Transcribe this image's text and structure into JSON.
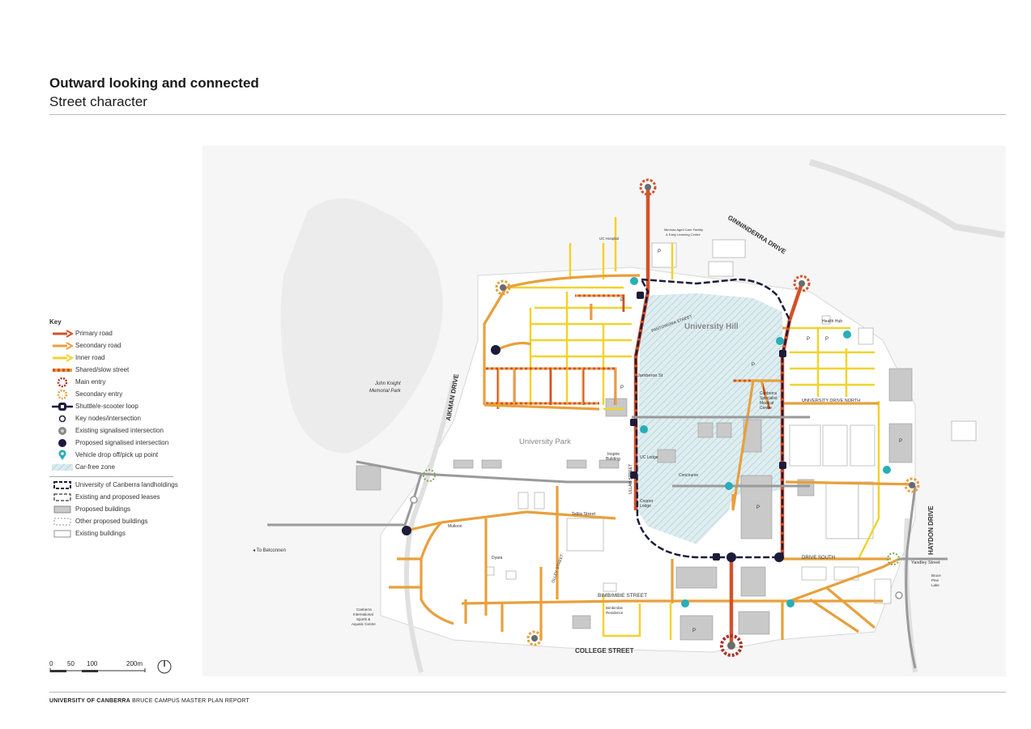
{
  "header": {
    "title": "Outward looking and connected",
    "subtitle": "Street character"
  },
  "footer": {
    "org": "UNIVERSITY OF CANBERRA",
    "report": " BRUCE CAMPUS MASTER PLAN REPORT"
  },
  "colors": {
    "primary_road": "#d2522a",
    "secondary_road": "#e8a03c",
    "inner_road": "#f2d22e",
    "shuttle_loop": "#1c1b3b",
    "car_free": "#7fc7cf",
    "dropoff": "#27aeb8"
  },
  "key": {
    "heading": "Key",
    "items": [
      {
        "id": "primary",
        "label": "Primary road"
      },
      {
        "id": "secondary",
        "label": "Secondary road"
      },
      {
        "id": "inner",
        "label": "Inner road"
      },
      {
        "id": "shared",
        "label": "Shared/slow street"
      },
      {
        "id": "main-entry",
        "label": "Main entry"
      },
      {
        "id": "secondary-entry",
        "label": "Secondary entry"
      },
      {
        "id": "shuttle",
        "label": "Shuttle/e-scooter loop"
      },
      {
        "id": "key-node",
        "label": "Key nodes/intersection"
      },
      {
        "id": "existing-signal",
        "label": "Existing signalised intersection"
      },
      {
        "id": "proposed-signal",
        "label": "Proposed signalised intersection"
      },
      {
        "id": "dropoff",
        "label": "Vehicle drop off/pick up point"
      },
      {
        "id": "car-free",
        "label": "Car-free zone"
      }
    ],
    "items2": [
      {
        "id": "uc-land",
        "label": "University of Canberra landholdings"
      },
      {
        "id": "leases",
        "label": "Existing and proposed leases"
      },
      {
        "id": "proposed-buildings",
        "label": "Proposed buildings"
      },
      {
        "id": "other-proposed",
        "label": "Other proposed buildings"
      },
      {
        "id": "existing-buildings",
        "label": "Existing buildings"
      }
    ]
  },
  "scale": {
    "ticks": [
      "0",
      "50",
      "100",
      "200m"
    ]
  },
  "map_labels": {
    "ginninderra": "GINNINDERRA DRIVE",
    "aikman": "AIKMAN DRIVE",
    "haydon": "HAYDON DRIVE",
    "college": "COLLEGE STREET",
    "bimbimbie": "BIMBIMBIE STREET",
    "university_hill": "University Hill",
    "university_park": "University Park",
    "john_knight": "John Knight",
    "memorial_park": "Memorial Park",
    "to_belconnen": "◂ To Belconnen",
    "uc_hospital": "UC Hospital",
    "health_hub": "Health Hub",
    "canberra_1": "Canberra",
    "canberra_2": "Specialist",
    "canberra_3": "Medical",
    "canberra_4": "Centre",
    "univ_drive_north": "UNIVERSITY DRIVE NORTH",
    "univ_drive_south": "DRIVE SOUTH",
    "inspire_1": "Inspire",
    "inspire_2": "Building",
    "uc_lodge": "UC Lodge",
    "concourse": "Concourse",
    "cooper_1": "Cooper",
    "cooper_2": "Lodge",
    "telita": "Telita Street",
    "mulloon": "Mulloon",
    "dyara": "Dyara",
    "bimbimbie_res_1": "Bimbimbie",
    "bimbimbie_res_2": "Residence",
    "cis_1": "Canberra",
    "cis_2": "International",
    "cis_3": "Sports &",
    "cis_4": "Aquatic Centre",
    "bruce_1": "Bruce",
    "bruce_2": "Pine",
    "bruce_3": "Lake",
    "yandley": "Yandley Street",
    "jamberoo": "Jamberoo St",
    "pantowora": "PANTOWORA STREET",
    "olley": "OLLEY STREET",
    "ulah": "ULLAH STREET",
    "aged_care_1": "Mirrinda Aged Care Facility",
    "aged_care_2": "& Early Learning Centre",
    "parking": "P"
  }
}
